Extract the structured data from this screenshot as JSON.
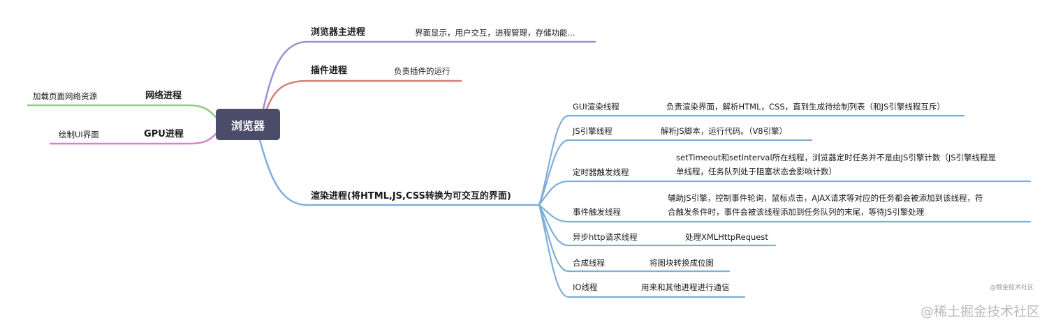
{
  "root": {
    "label": "浏览器"
  },
  "colors": {
    "main": "#9f8fd4",
    "plugin": "#d87f77",
    "network": "#8fca86",
    "gpu": "#d584c9",
    "render": "#7eaed9",
    "root_bg": "#4a4c6a"
  },
  "branches": {
    "main_process": {
      "label": "浏览器主进程",
      "desc": "界面显示，用户交互，进程管理，存储功能..."
    },
    "plugin_process": {
      "label": "插件进程",
      "desc": "负责插件的运行"
    },
    "network_process": {
      "label": "网络进程",
      "desc": "加载页面网络资源"
    },
    "gpu_process": {
      "label": "GPU进程",
      "desc": "绘制UI界面"
    },
    "render_process": {
      "label": "渲染进程(将HTML,JS,CSS转换为可交互的界面)",
      "threads": [
        {
          "label": "GUI渲染线程",
          "desc": [
            "负责渲染界面，解析HTML，CSS，直到生成待绘制列表（和JS引擎线程互斥）"
          ]
        },
        {
          "label": "JS引擎线程",
          "desc": [
            "解析JS脚本，运行代码。（V8引擎）"
          ]
        },
        {
          "label": "定时器触发线程",
          "desc": [
            "setTimeout和setInterval所在线程，浏览器定时任务并不是由JS引擎计数（JS引擎线程是",
            "单线程，任务队列处于阻塞状态会影响计数）"
          ]
        },
        {
          "label": "事件触发线程",
          "desc": [
            "辅助JS引擎，控制事件轮询，鼠标点击，AJAX请求等对应的任务都会被添加到该线程，符",
            "合触发条件时，事件会被该线程添加到任务队列的末尾，等待JS引擎处理"
          ]
        },
        {
          "label": "异步http请求线程",
          "desc": [
            "处理XMLHttpRequest"
          ]
        },
        {
          "label": "合成线程",
          "desc": [
            "将图块转换成位图"
          ]
        },
        {
          "label": "IO线程",
          "desc": [
            "用来和其他进程进行通信"
          ]
        }
      ]
    }
  },
  "watermark": {
    "small": "@掘金技术社区",
    "large": "@稀土掘金技术社区"
  }
}
